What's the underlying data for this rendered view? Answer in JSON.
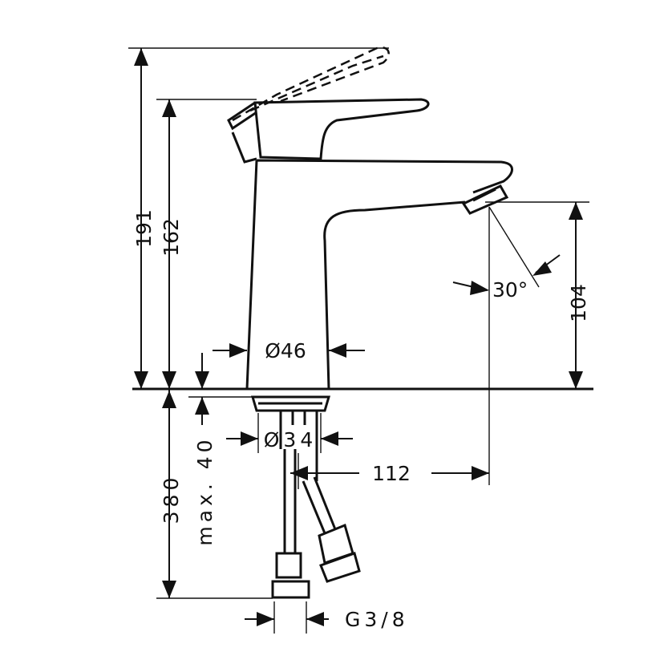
{
  "dimensions": {
    "total_height": "191",
    "spout_height": "162",
    "hose_length": "380",
    "max_thickness": "max. 40",
    "outlet_clearance": "104",
    "projection": "112",
    "body_diameter": "Ø46",
    "hole_diameter": "Ø34",
    "thread": "G3/8",
    "angle": "30°"
  }
}
